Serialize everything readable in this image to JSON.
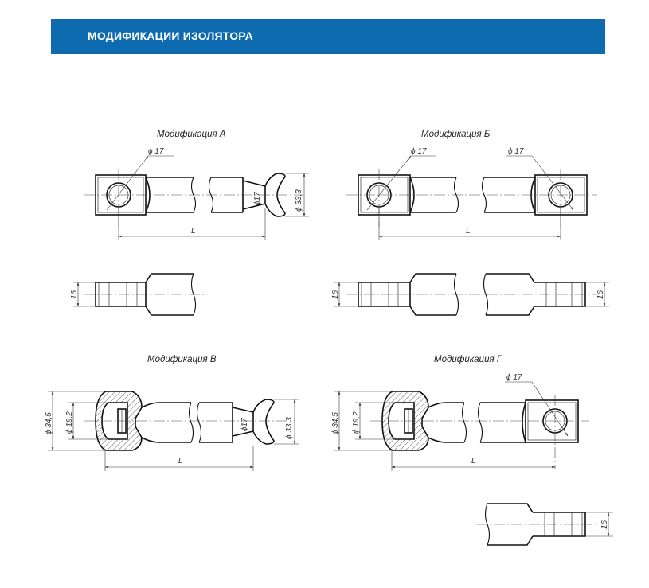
{
  "header": {
    "title": "МОДИФИКАЦИИ ИЗОЛЯТОРА",
    "background_color": "#0e6bb0",
    "text_color": "#ffffff"
  },
  "modifications": {
    "a": {
      "caption": "Модификация А",
      "d_hole": "ϕ 17",
      "d_pin": "ϕ17",
      "d_head": "ϕ 33,3",
      "length": "L",
      "thickness": "16"
    },
    "b": {
      "caption": "Модификация Б",
      "d_hole_left": "ϕ 17",
      "d_hole_right": "ϕ 17",
      "length": "L",
      "thickness_left": "16",
      "thickness_right": "16"
    },
    "v": {
      "caption": "Модификация В",
      "d_socket": "ϕ 34,5",
      "d_inner": "ϕ 19,2",
      "d_pin": "ϕ17",
      "d_head": "ϕ 33,3",
      "length": "L"
    },
    "g": {
      "caption": "Модификация Г",
      "d_socket": "ϕ 34,5",
      "d_inner": "ϕ 19,2",
      "d_hole": "ϕ 17",
      "length": "L",
      "thickness": "16"
    }
  }
}
